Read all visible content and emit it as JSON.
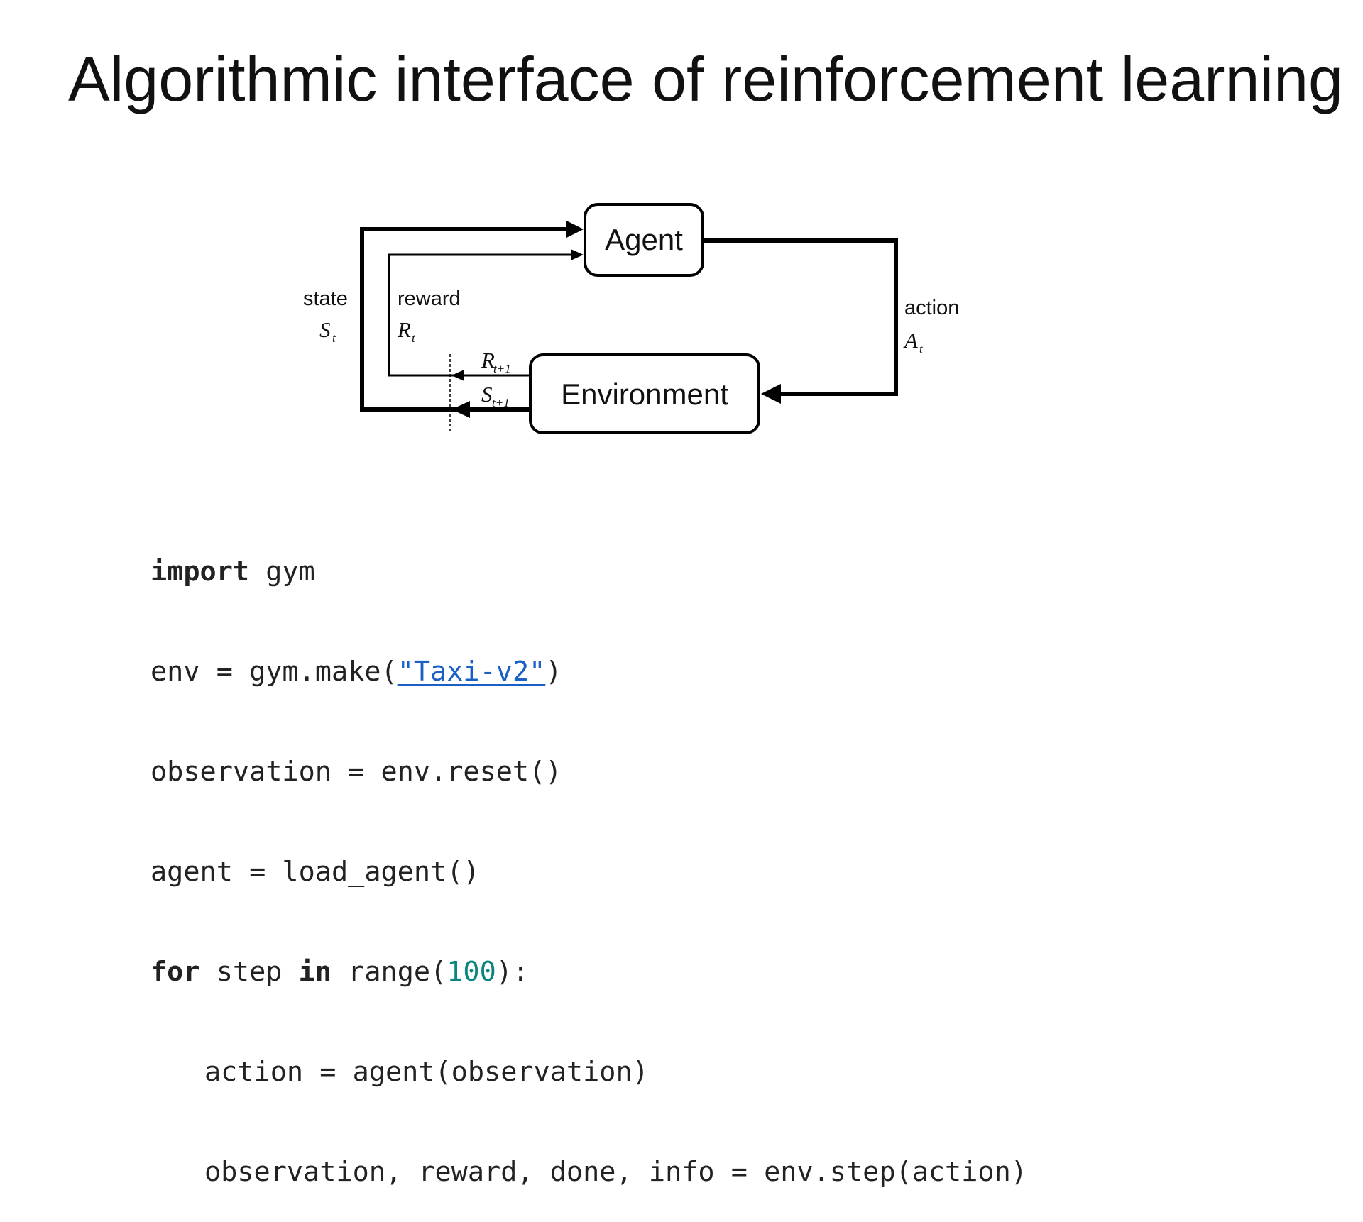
{
  "slide": {
    "title": "Algorithmic interface of reinforcement learning"
  },
  "diagram": {
    "agent": "Agent",
    "environment": "Environment",
    "state_label": "state",
    "state_symbol": "S",
    "state_sub": "t",
    "reward_label": "reward",
    "reward_symbol": "R",
    "reward_sub": "t",
    "action_label": "action",
    "action_symbol": "A",
    "action_sub": "t",
    "next_reward_symbol": "R",
    "next_reward_sub": "t+1",
    "next_state_symbol": "S",
    "next_state_sub": "t+1"
  },
  "code": {
    "colors": {
      "string": "#1a5fc4",
      "number": "#0a857d"
    },
    "l1": {
      "kw": "import",
      "rest": " gym"
    },
    "l2": {
      "a": "env = gym.make(",
      "str": "\"Taxi-v2\"",
      "b": ")"
    },
    "l3": "observation = env.reset()",
    "l4": "agent = load_agent()",
    "l5": {
      "kw1": "for",
      "a": " step ",
      "kw2": "in",
      "b": " range(",
      "num": "100",
      "c": "):"
    },
    "l6": "action = agent(observation)",
    "l7": "observation, reward, done, info = env.step(action)"
  }
}
